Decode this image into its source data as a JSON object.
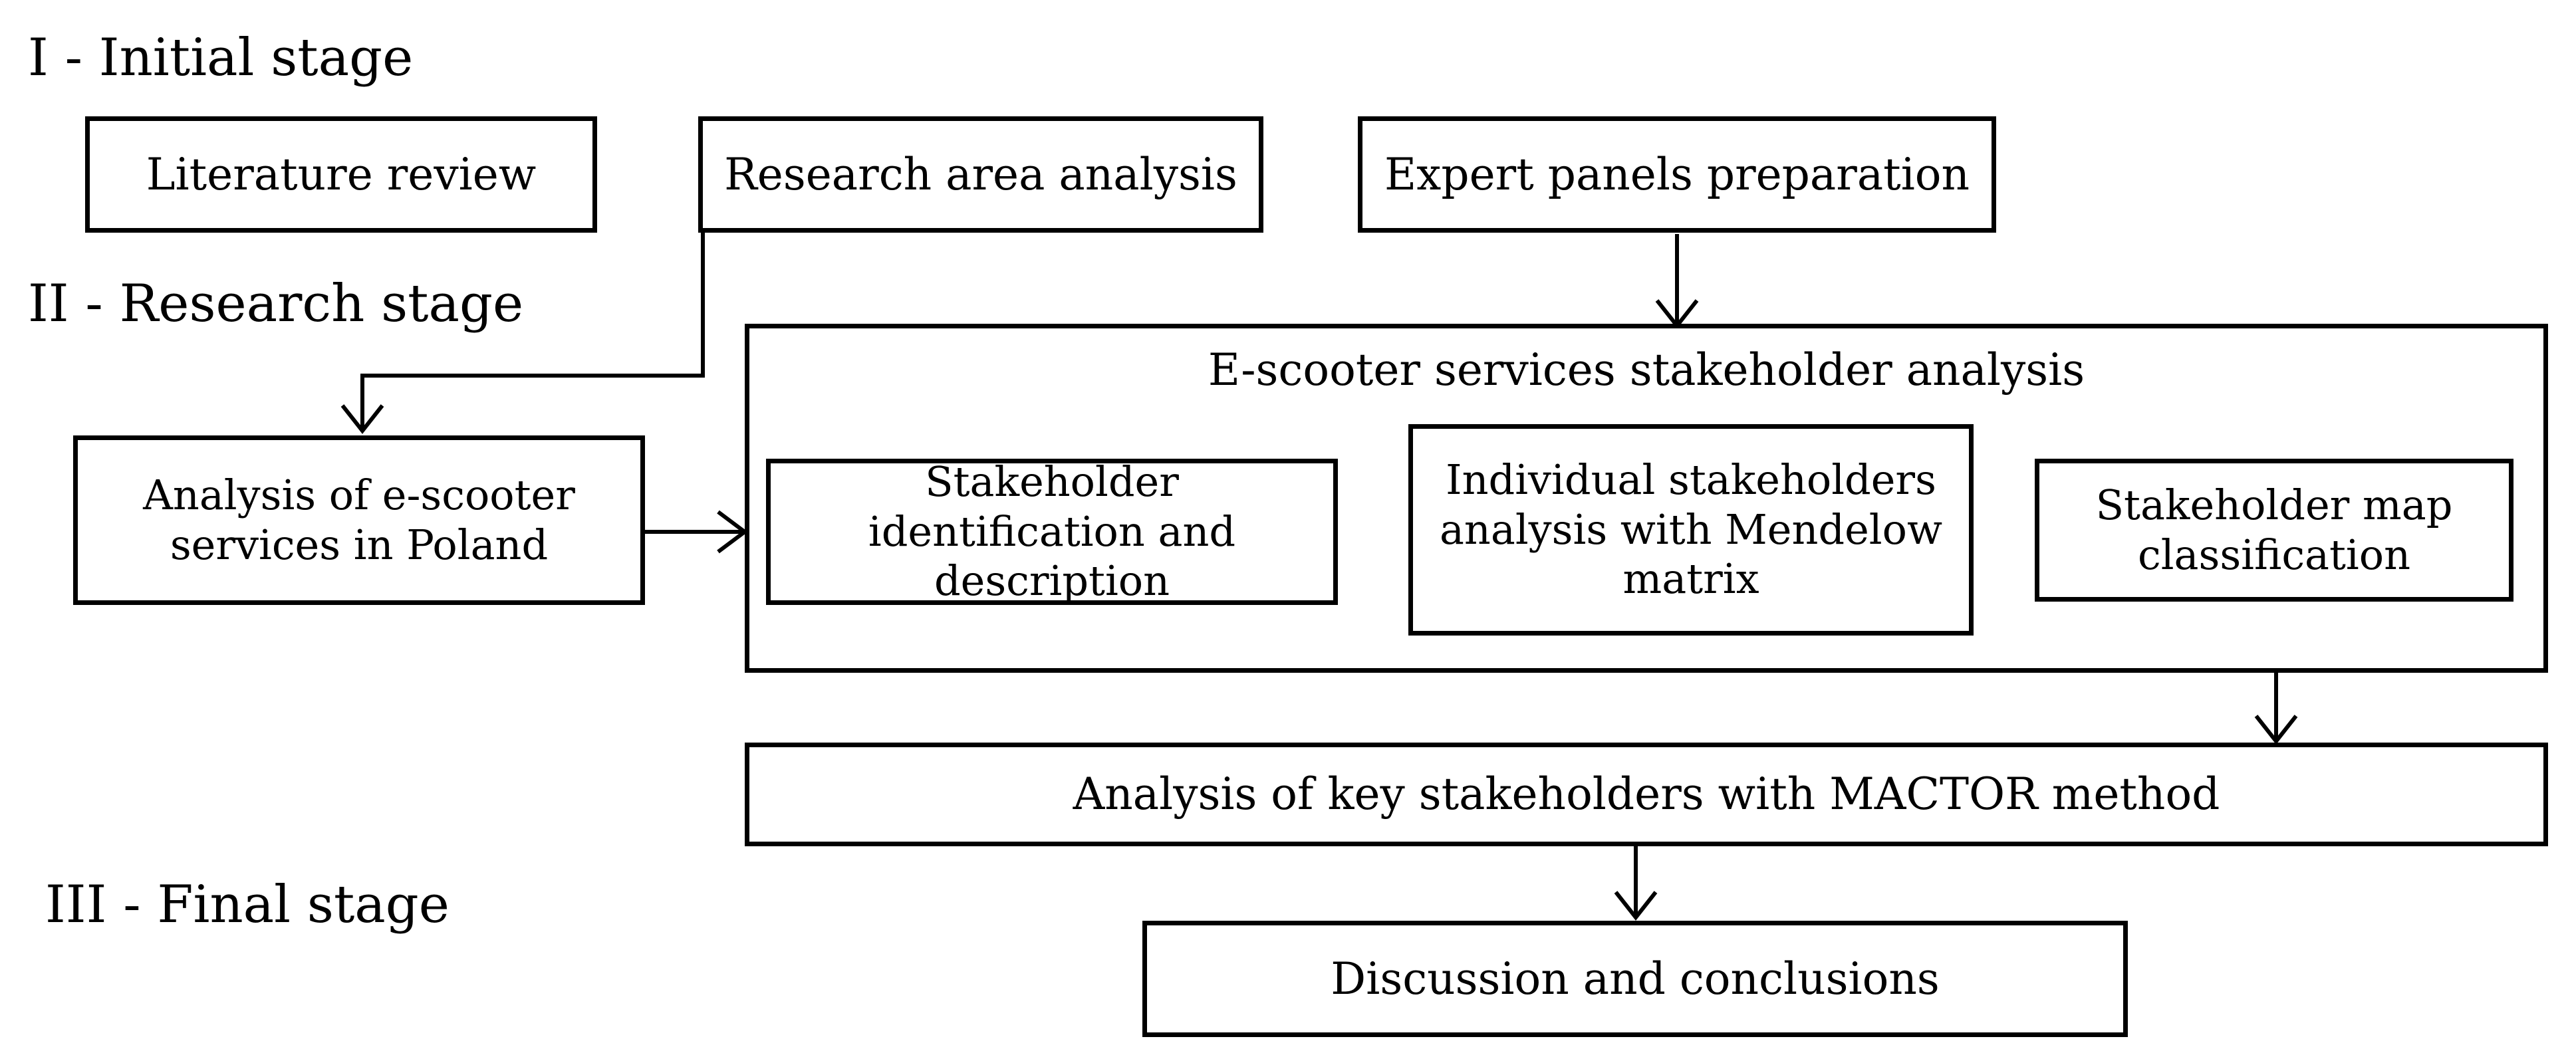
{
  "stages": {
    "initial": "I - Initial stage",
    "research": "II - Research stage",
    "final": "III - Final stage"
  },
  "boxes": {
    "literature_review": "Literature review",
    "research_area": "Research area analysis",
    "expert_panels": "Expert panels preparation",
    "analysis_poland": "Analysis of e-scooter services in Poland",
    "stakeholder_analysis_title": "E-scooter services stakeholder analysis",
    "stakeholder_identification": "Stakeholder identification and description",
    "individual_analysis": "Individual stakeholders analysis with Mendelow matrix",
    "stakeholder_map": "Stakeholder map classification",
    "mactor": "Analysis of key stakeholders with MACTOR method",
    "discussion": "Discussion and conclusions"
  }
}
